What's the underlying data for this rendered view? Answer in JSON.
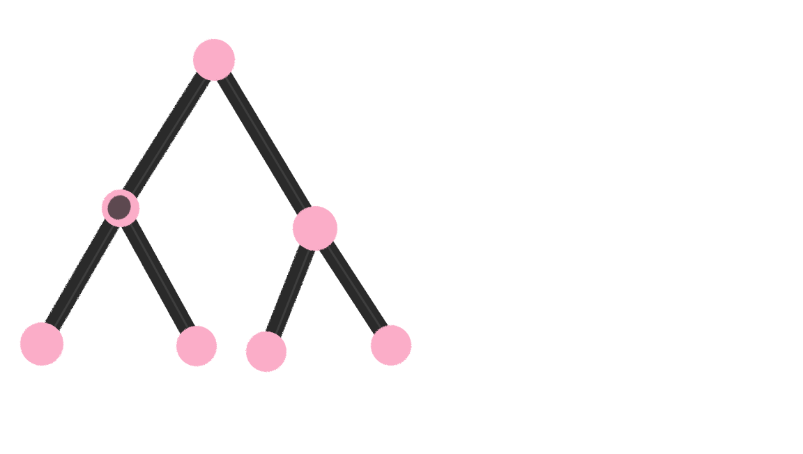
{
  "diagram": {
    "type": "binary-tree",
    "colors": {
      "background": "#ffffff",
      "node": "#fbadc8",
      "edge": "#2a2a2a",
      "edge_highlight": "#555555"
    },
    "nodes": [
      {
        "id": "root"
      },
      {
        "id": "left"
      },
      {
        "id": "right"
      },
      {
        "id": "left-left"
      },
      {
        "id": "left-right"
      },
      {
        "id": "right-left"
      },
      {
        "id": "right-right"
      }
    ],
    "edges": [
      {
        "from": "root",
        "to": "left"
      },
      {
        "from": "root",
        "to": "right"
      },
      {
        "from": "left",
        "to": "left-left"
      },
      {
        "from": "left",
        "to": "left-right"
      },
      {
        "from": "right",
        "to": "right-left"
      },
      {
        "from": "right",
        "to": "right-right"
      }
    ]
  }
}
